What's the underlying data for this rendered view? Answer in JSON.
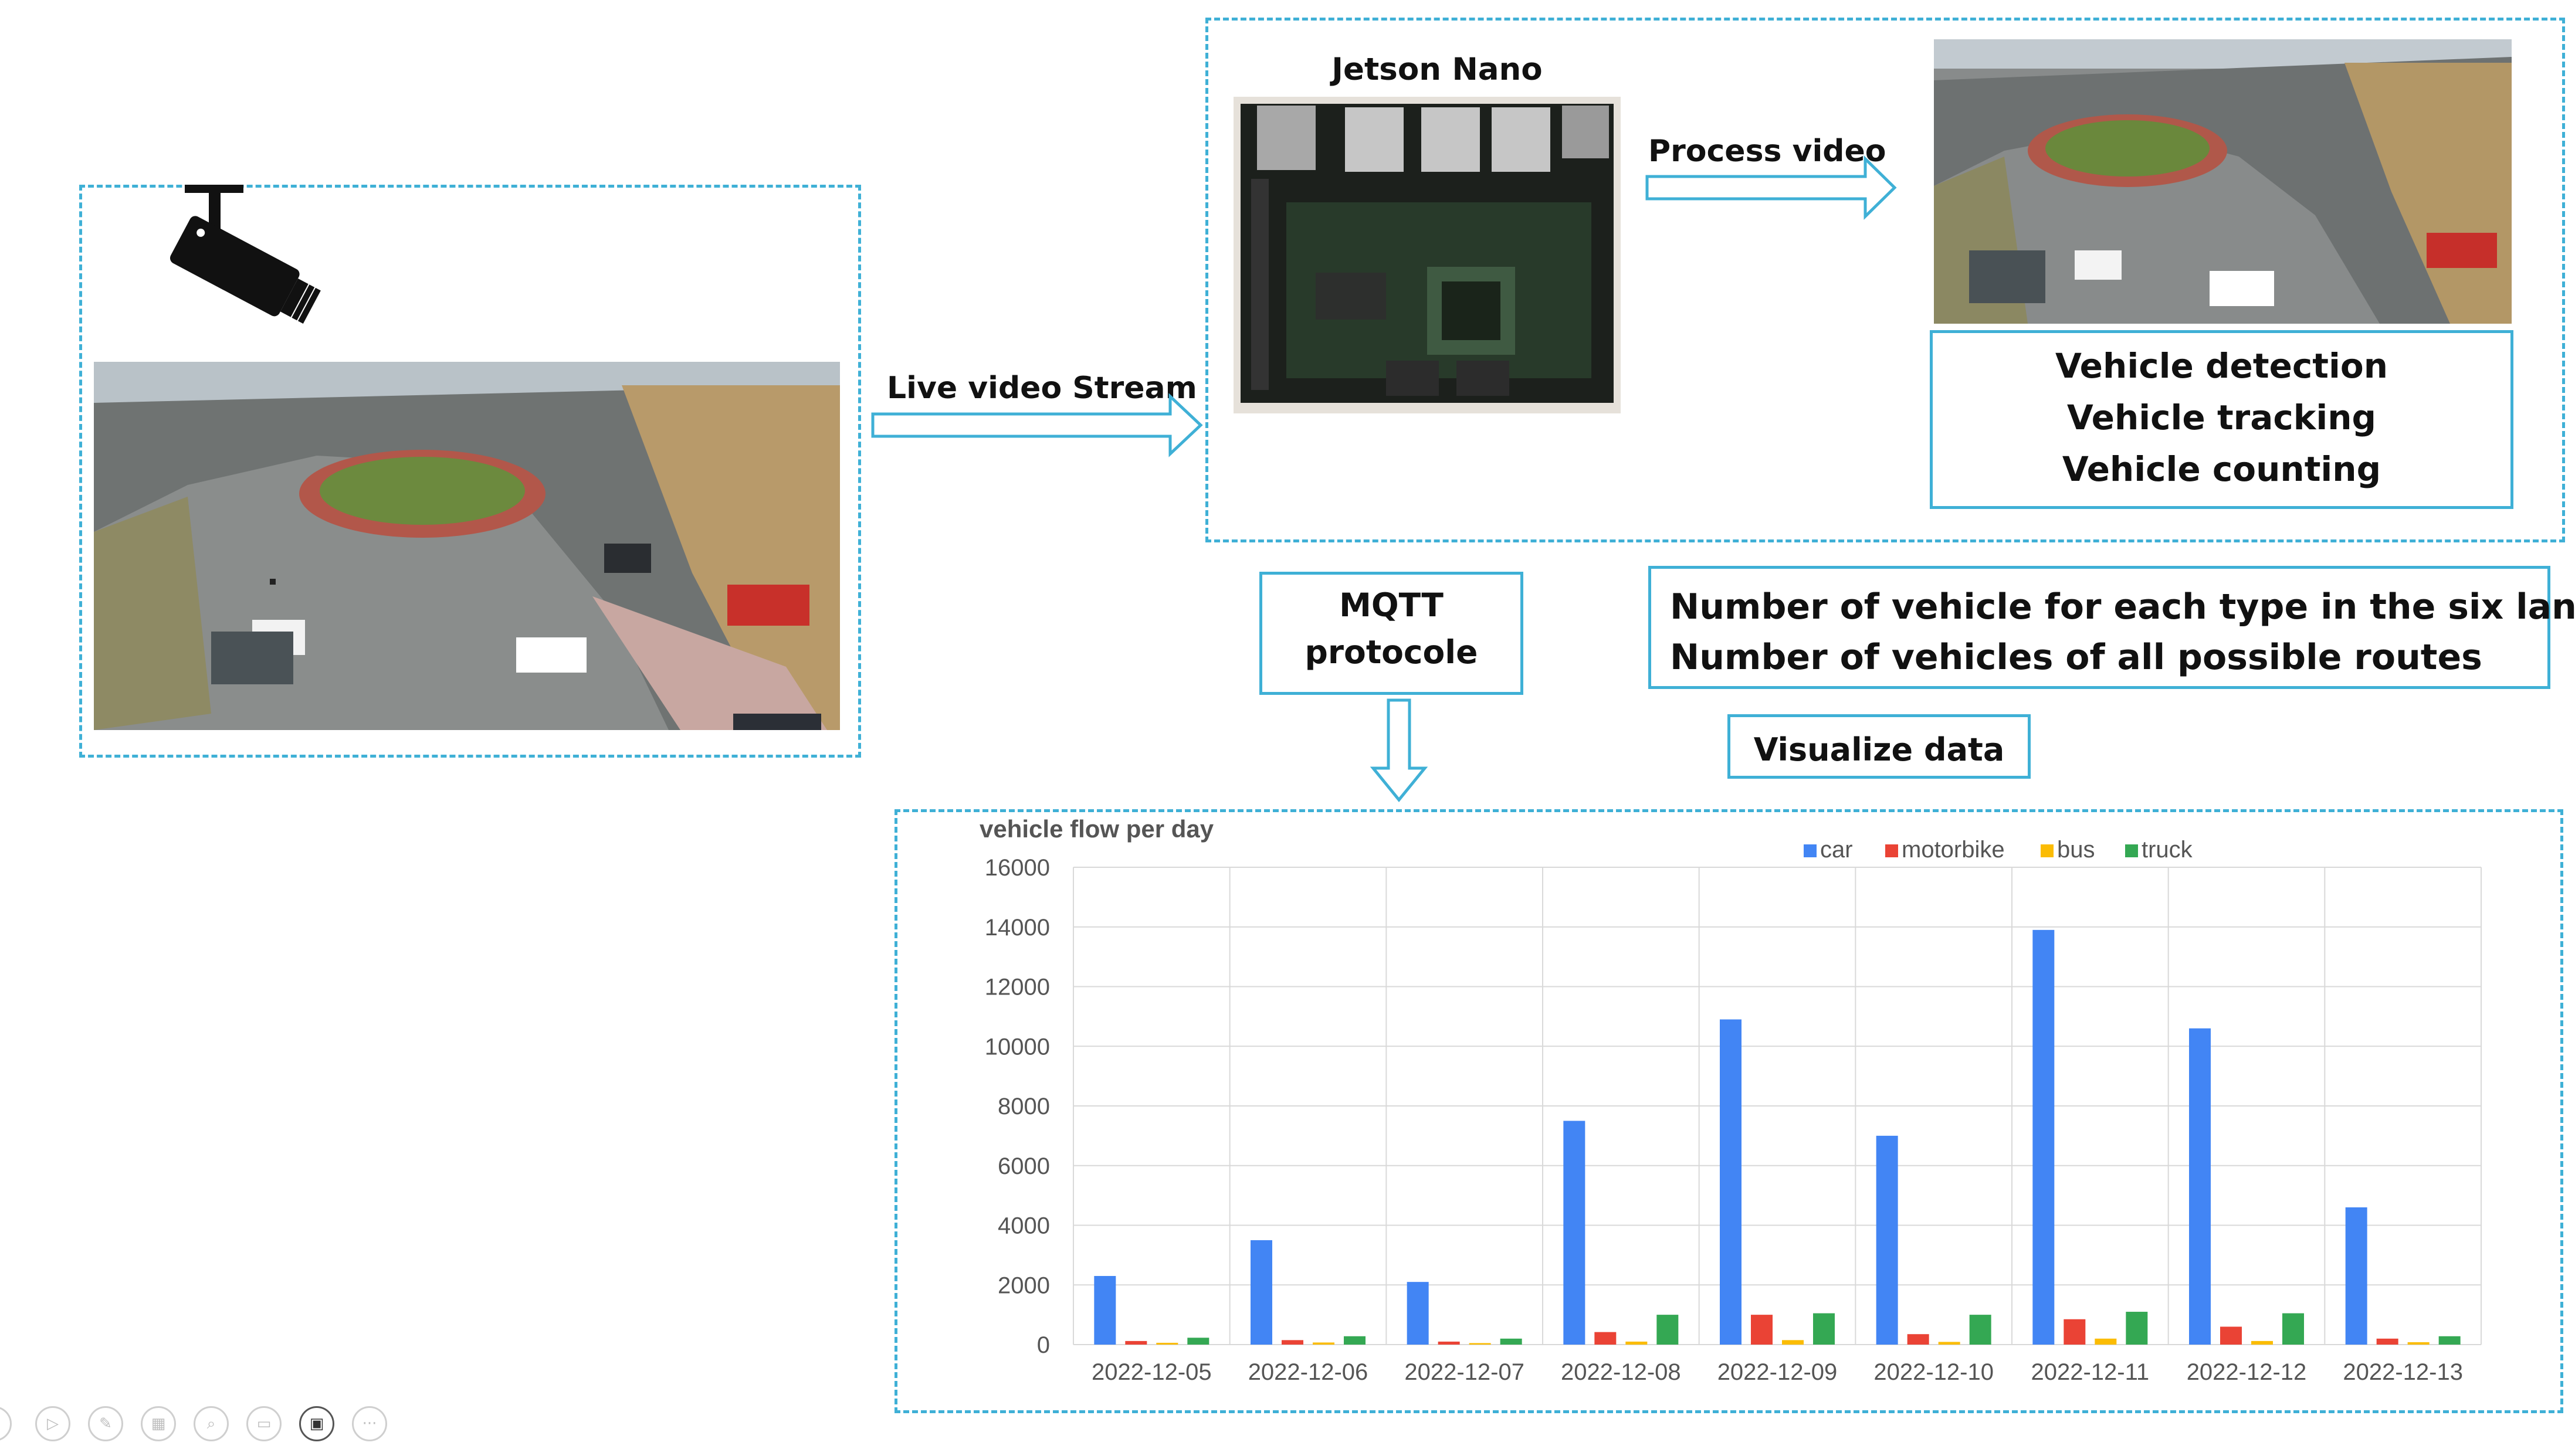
{
  "camera_box": {
    "icon": "cctv-camera-icon"
  },
  "arrows": {
    "stream_label": "Live video Stream",
    "process_label": "Process video"
  },
  "jetson": {
    "title": "Jetson Nano"
  },
  "tasks": {
    "lines": [
      "Vehicle detection",
      "Vehicle tracking",
      "Vehicle counting"
    ]
  },
  "mqtt": {
    "lines": [
      "MQTT",
      "protocole"
    ]
  },
  "counts": {
    "lines": [
      "Number of vehicle for each type in the six lanes",
      "Number of vehicles of all possible routes"
    ]
  },
  "visualize": {
    "label": "Visualize data"
  },
  "colors": {
    "accent": "#3fb0d6",
    "car": "#4285f4",
    "motorbike": "#ea4335",
    "bus": "#fbbc04",
    "truck": "#34a853"
  },
  "chart_data": {
    "type": "bar",
    "title": "vehicle flow per day",
    "categories": [
      "2022-12-05",
      "2022-12-06",
      "2022-12-07",
      "2022-12-08",
      "2022-12-09",
      "2022-12-10",
      "2022-12-11",
      "2022-12-12",
      "2022-12-13"
    ],
    "series": [
      {
        "name": "car",
        "color": "#4285f4",
        "values": [
          2300,
          3500,
          2100,
          7500,
          10900,
          7000,
          13900,
          10600,
          4600
        ]
      },
      {
        "name": "motorbike",
        "color": "#ea4335",
        "values": [
          120,
          150,
          100,
          420,
          1000,
          350,
          850,
          600,
          200
        ]
      },
      {
        "name": "bus",
        "color": "#fbbc04",
        "values": [
          60,
          70,
          50,
          100,
          150,
          90,
          200,
          120,
          80
        ]
      },
      {
        "name": "truck",
        "color": "#34a853",
        "values": [
          230,
          280,
          200,
          1000,
          1050,
          1000,
          1100,
          1050,
          280
        ]
      }
    ],
    "ylim": [
      0,
      16000
    ],
    "yticks": [
      0,
      2000,
      4000,
      6000,
      8000,
      10000,
      12000,
      14000,
      16000
    ],
    "grid": true,
    "legend": "top"
  },
  "toolbar": {
    "icons": [
      "prev-icon",
      "play-icon",
      "pen-icon",
      "slides-icon",
      "zoom-icon",
      "subtitles-icon",
      "camera-icon",
      "more-icon"
    ]
  }
}
